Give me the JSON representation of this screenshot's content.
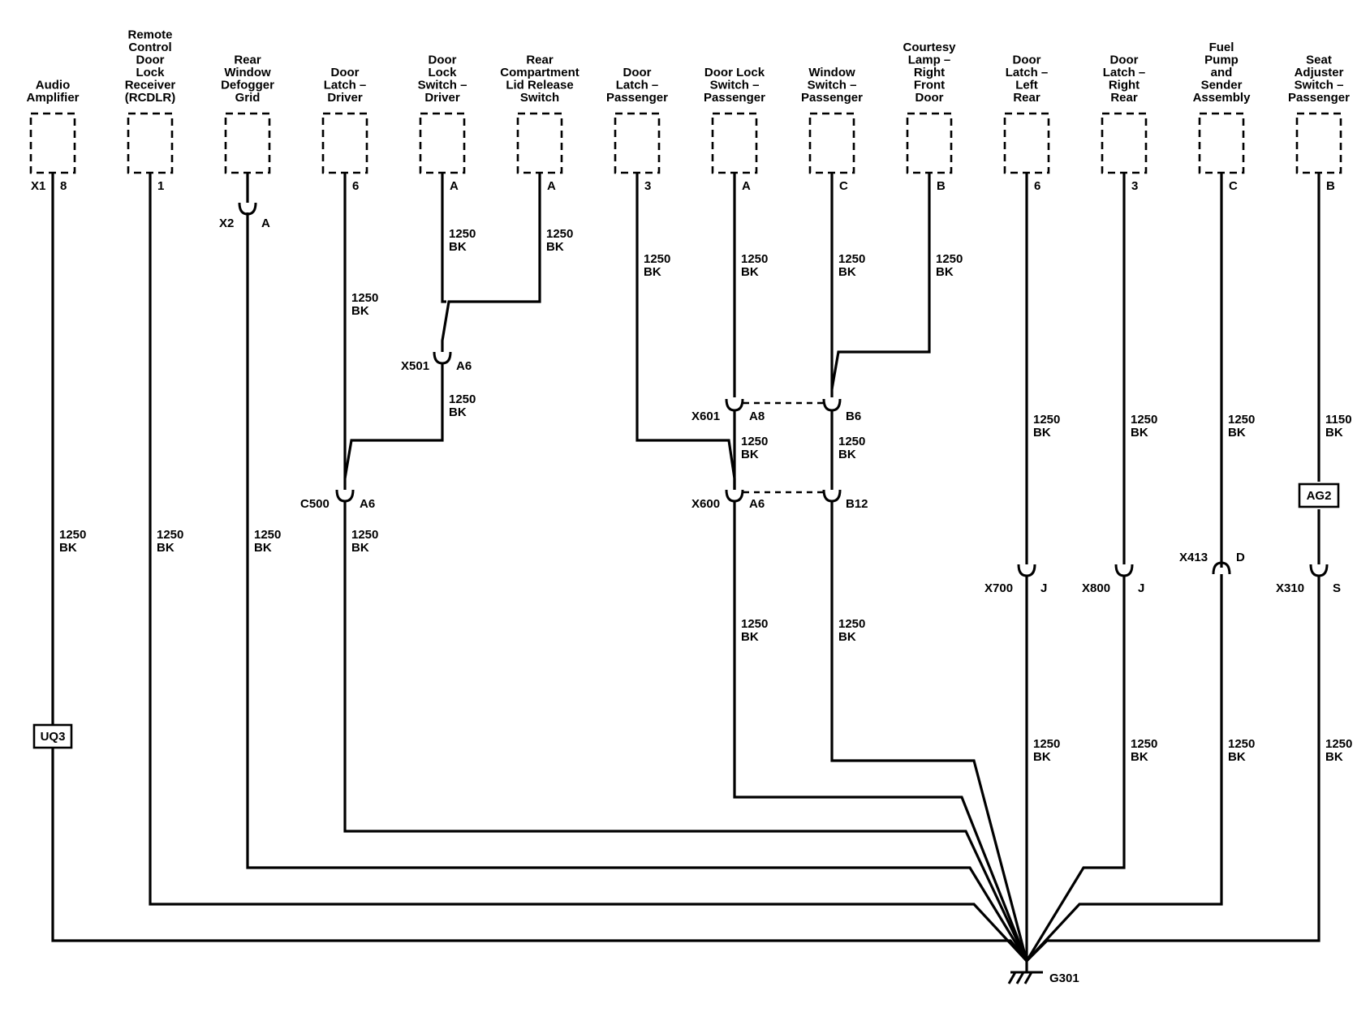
{
  "components": [
    {
      "name": "Audio Amplifier",
      "lines": [
        "Audio",
        "Amplifier"
      ],
      "connector": "X1",
      "pin": "8"
    },
    {
      "name": "Remote Control Door Lock Receiver (RCDLR)",
      "lines": [
        "Remote",
        "Control",
        "Door",
        "Lock",
        "Receiver",
        "(RCDLR)"
      ],
      "connector": "",
      "pin": "1"
    },
    {
      "name": "Rear Window Defogger Grid",
      "lines": [
        "Rear",
        "Window",
        "Defogger",
        "Grid"
      ],
      "connector": "",
      "pin": ""
    },
    {
      "name": "Door Latch – Driver",
      "lines": [
        "Door",
        "Latch –",
        "Driver"
      ],
      "connector": "",
      "pin": "6"
    },
    {
      "name": "Door Lock Switch – Driver",
      "lines": [
        "Door",
        "Lock",
        "Switch –",
        "Driver"
      ],
      "connector": "",
      "pin": "A"
    },
    {
      "name": "Rear Compartment Lid Release Switch",
      "lines": [
        "Rear",
        "Compartment",
        "Lid Release",
        "Switch"
      ],
      "connector": "",
      "pin": "A"
    },
    {
      "name": "Door Latch – Passenger",
      "lines": [
        "Door",
        "Latch –",
        "Passenger"
      ],
      "connector": "",
      "pin": "3"
    },
    {
      "name": "Door Lock Switch – Passenger",
      "lines": [
        "Door Lock",
        "Switch –",
        "Passenger"
      ],
      "connector": "",
      "pin": "A"
    },
    {
      "name": "Window Switch – Passenger",
      "lines": [
        "Window",
        "Switch –",
        "Passenger"
      ],
      "connector": "",
      "pin": "C"
    },
    {
      "name": "Courtesy Lamp – Right Front Door",
      "lines": [
        "Courtesy",
        "Lamp –",
        "Right",
        "Front",
        "Door"
      ],
      "connector": "",
      "pin": "B"
    },
    {
      "name": "Door Latch – Left Rear",
      "lines": [
        "Door",
        "Latch –",
        "Left",
        "Rear"
      ],
      "connector": "",
      "pin": "6"
    },
    {
      "name": "Door Latch – Right Rear",
      "lines": [
        "Door",
        "Latch –",
        "Right",
        "Rear"
      ],
      "connector": "",
      "pin": "3"
    },
    {
      "name": "Fuel Pump and Sender Assembly",
      "lines": [
        "Fuel",
        "Pump",
        "and",
        "Sender",
        "Assembly"
      ],
      "connector": "",
      "pin": "C"
    },
    {
      "name": "Seat Adjuster Switch – Passenger",
      "lines": [
        "Seat",
        "Adjuster",
        "Switch –",
        "Passenger"
      ],
      "connector": "",
      "pin": "B"
    }
  ],
  "inline_connectors": [
    {
      "connector": "X2",
      "pin": "A"
    },
    {
      "connector": "X501",
      "pin": "A6"
    },
    {
      "connector": "C500",
      "pin": "A6"
    },
    {
      "connector": "X601",
      "pin": "A8"
    },
    {
      "connector": "",
      "pin": "B6"
    },
    {
      "connector": "X600",
      "pin": "A6"
    },
    {
      "connector": "",
      "pin": "B12"
    },
    {
      "connector": "X700",
      "pin": "J"
    },
    {
      "connector": "X800",
      "pin": "J"
    },
    {
      "connector": "X413",
      "pin": "D"
    },
    {
      "connector": "X310",
      "pin": "S"
    }
  ],
  "wire_labels": [
    {
      "circuit": "1250",
      "color": "BK"
    },
    {
      "circuit": "1150",
      "color": "BK"
    }
  ],
  "splice_boxes": [
    "UQ3",
    "AG2"
  ],
  "ground": "G301",
  "colors": {
    "line": "#000000",
    "background": "#ffffff"
  }
}
